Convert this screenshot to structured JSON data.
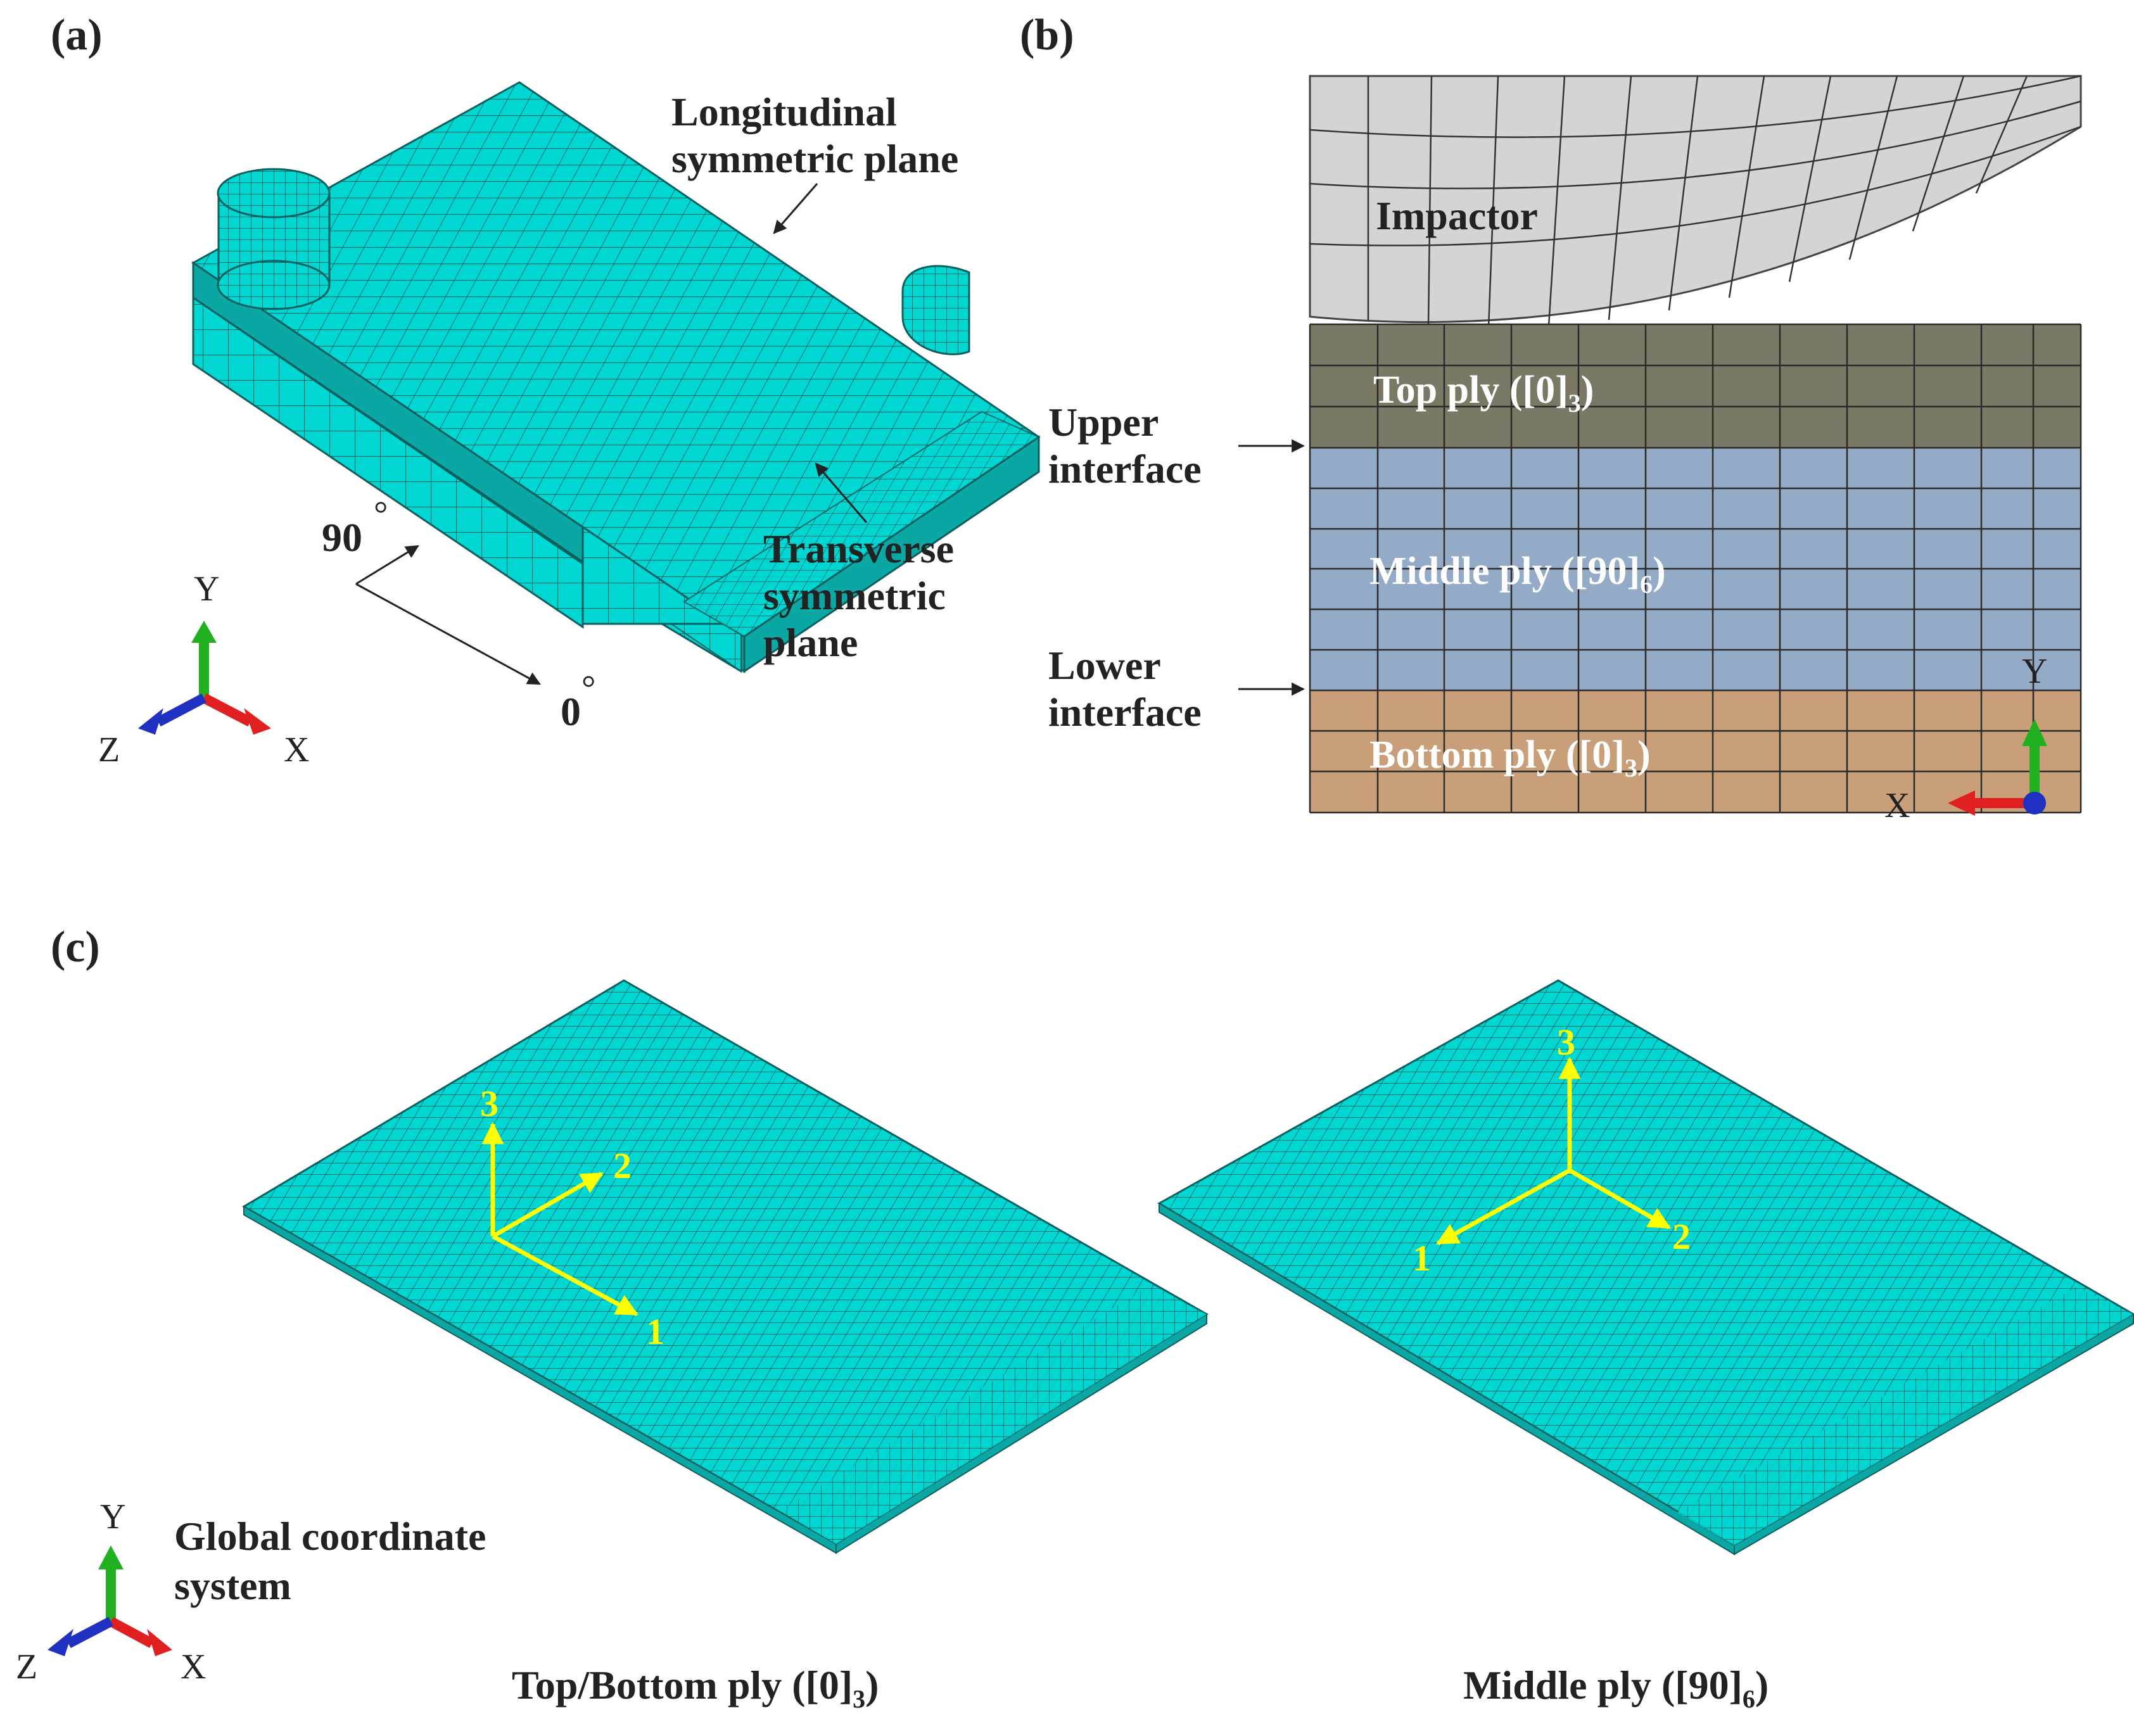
{
  "panels": {
    "a": "(a)",
    "b": "(b)",
    "c": "(c)"
  },
  "panel_a": {
    "longitudinal_line1": "Longitudinal",
    "longitudinal_line2": "symmetric plane",
    "transverse_line1": "Transverse",
    "transverse_line2": "symmetric",
    "transverse_line3": "plane",
    "angle_90": "90",
    "angle_0": "0",
    "degree": "°",
    "axis_y": "Y",
    "axis_x": "X",
    "axis_z": "Z"
  },
  "panel_b": {
    "impactor": "Impactor",
    "top_ply": "Top ply ([0]",
    "top_sub": "3",
    "middle_ply": "Middle ply ([90]",
    "middle_sub": "6",
    "bottom_ply": "Bottom ply ([0]",
    "bottom_sub": "3",
    "close_paren": ")",
    "upper_line1": "Upper",
    "upper_line2": "interface",
    "lower_line1": "Lower",
    "lower_line2": "interface",
    "axis_y": "Y",
    "axis_x": "X"
  },
  "panel_c": {
    "global_line1": "Global coordinate",
    "global_line2": "system",
    "axis_y": "Y",
    "axis_x": "X",
    "axis_z": "Z",
    "left_caption": "Top/Bottom ply ([0]",
    "left_sub": "3",
    "right_caption": "Middle ply ([90]",
    "right_sub": "6",
    "close_paren": ")",
    "left_axes": {
      "a1": "1",
      "a2": "2",
      "a3": "3"
    },
    "right_axes": {
      "a1": "1",
      "a2": "2",
      "a3": "3"
    }
  },
  "colors": {
    "mesh": "#00d6d2",
    "mesh_dark": "#00a8a6",
    "impactor": "#d4d4d4",
    "top_ply": "#7c7866",
    "middle_ply": "#94abc8",
    "bottom_ply": "#c89f78",
    "local_axes": "#ffff00",
    "axis_x": "#e02020",
    "axis_y": "#20b020",
    "axis_z": "#2030c0"
  }
}
